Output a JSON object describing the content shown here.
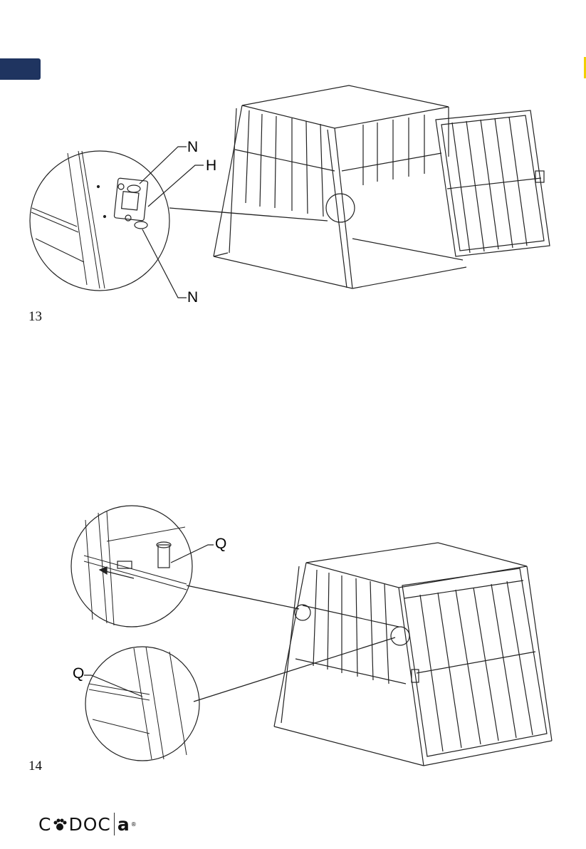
{
  "page": {
    "section_tab_color": "#1f3460",
    "edge_mark_color": "#f1d000"
  },
  "step13": {
    "number": "13",
    "callouts": {
      "top_n": "N",
      "h": "H",
      "bottom_n": "N"
    }
  },
  "step14": {
    "number": "14",
    "callouts": {
      "q_top": "Q",
      "q_bottom": "Q"
    }
  },
  "footer": {
    "brand_left": "C",
    "brand_paw": "paw-icon",
    "brand_mid": "DOC",
    "brand_right": "a",
    "registered": "®"
  }
}
